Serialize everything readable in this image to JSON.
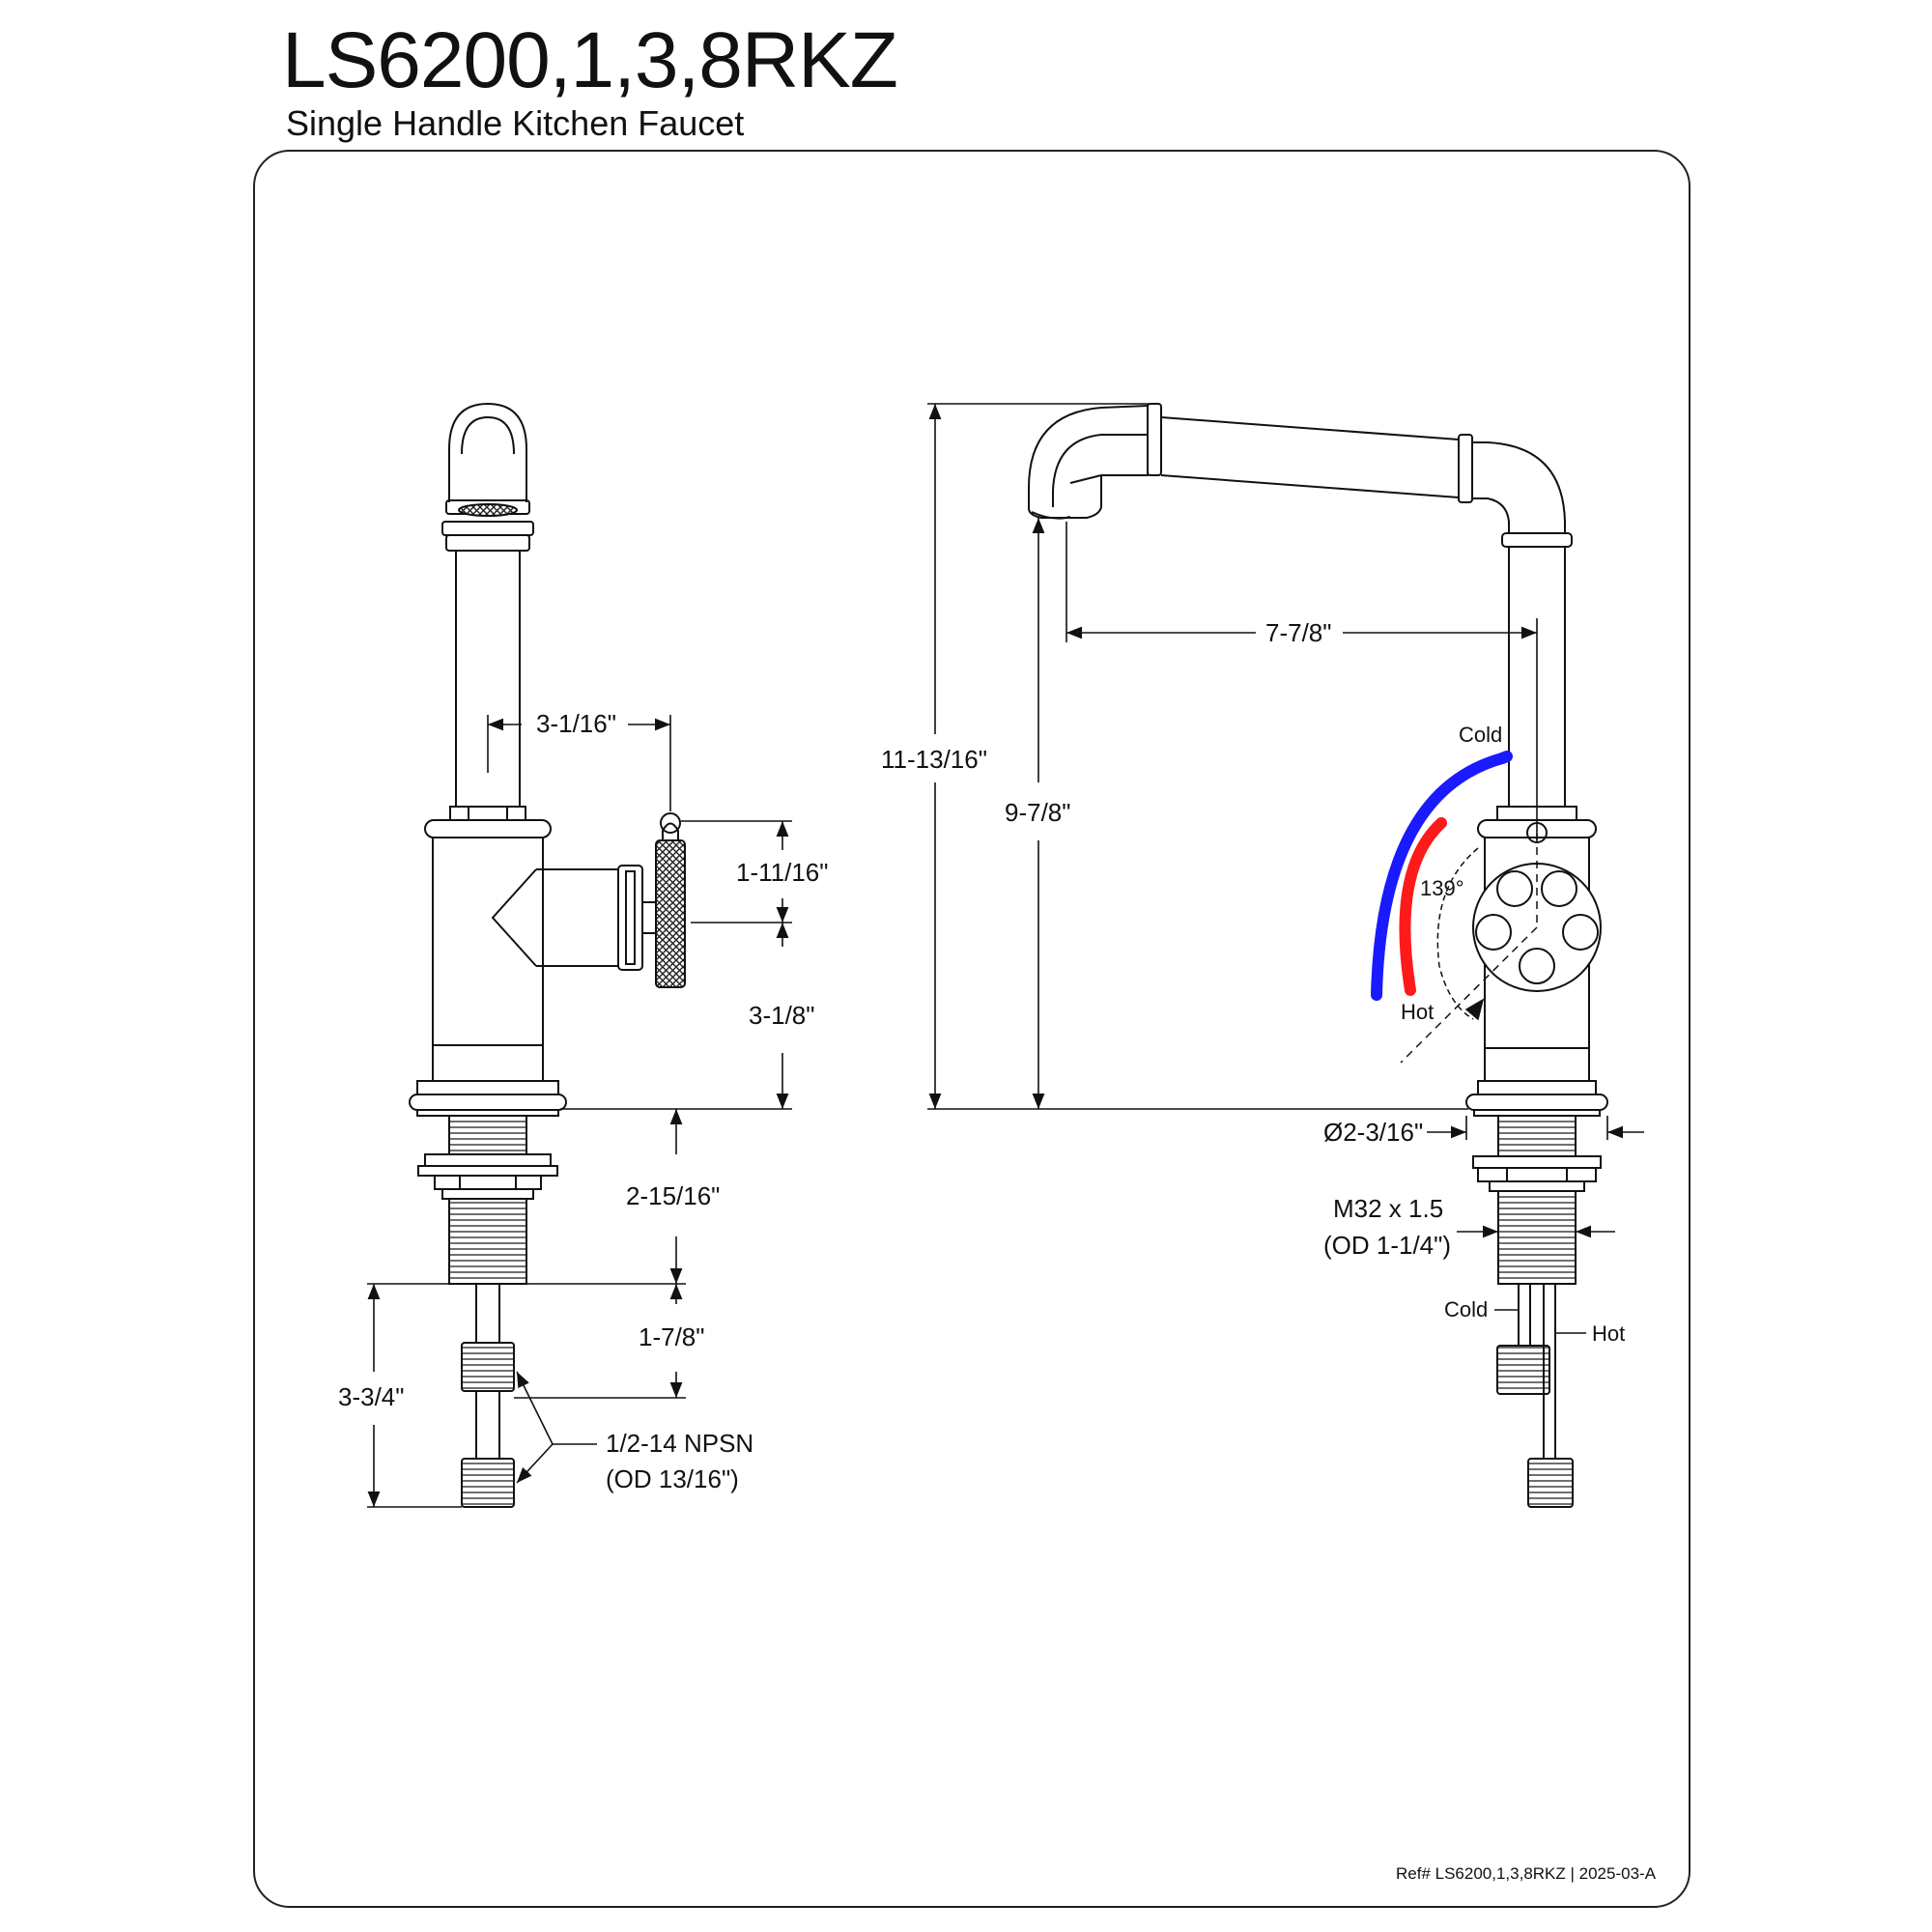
{
  "header": {
    "title": "LS6200,1,3,8RKZ",
    "subtitle": "Single Handle Kitchen Faucet"
  },
  "side_view": {
    "dim_spout_offset": "3-1/16\"",
    "dim_handle_height": "1-11/16\"",
    "dim_handle_to_deck": "3-1/8\"",
    "dim_shank_length": "2-15/16\"",
    "dim_tail_length": "1-7/8\"",
    "dim_total_below": "3-3/4\"",
    "thread_label_1": "1/2-14 NPSN",
    "thread_label_2": "(OD 13/16\")"
  },
  "front_view": {
    "dim_overall_height": "11-13/16\"",
    "dim_spout_height": "9-7/8\"",
    "dim_spout_reach": "7-7/8\"",
    "label_cold": "Cold",
    "label_hot": "Hot",
    "angle": "139°",
    "dim_base_diameter": "Ø2-3/16\"",
    "thread_label_1": "M32 x 1.5",
    "thread_label_2": "(OD 1-1/4\")",
    "supply_cold": "Cold",
    "supply_hot": "Hot"
  },
  "footer": {
    "ref": "Ref# LS6200,1,3,8RKZ | 2025-03-A"
  },
  "colors": {
    "cold": "#1a1aff",
    "hot": "#ff1a1a",
    "line": "#111111"
  }
}
